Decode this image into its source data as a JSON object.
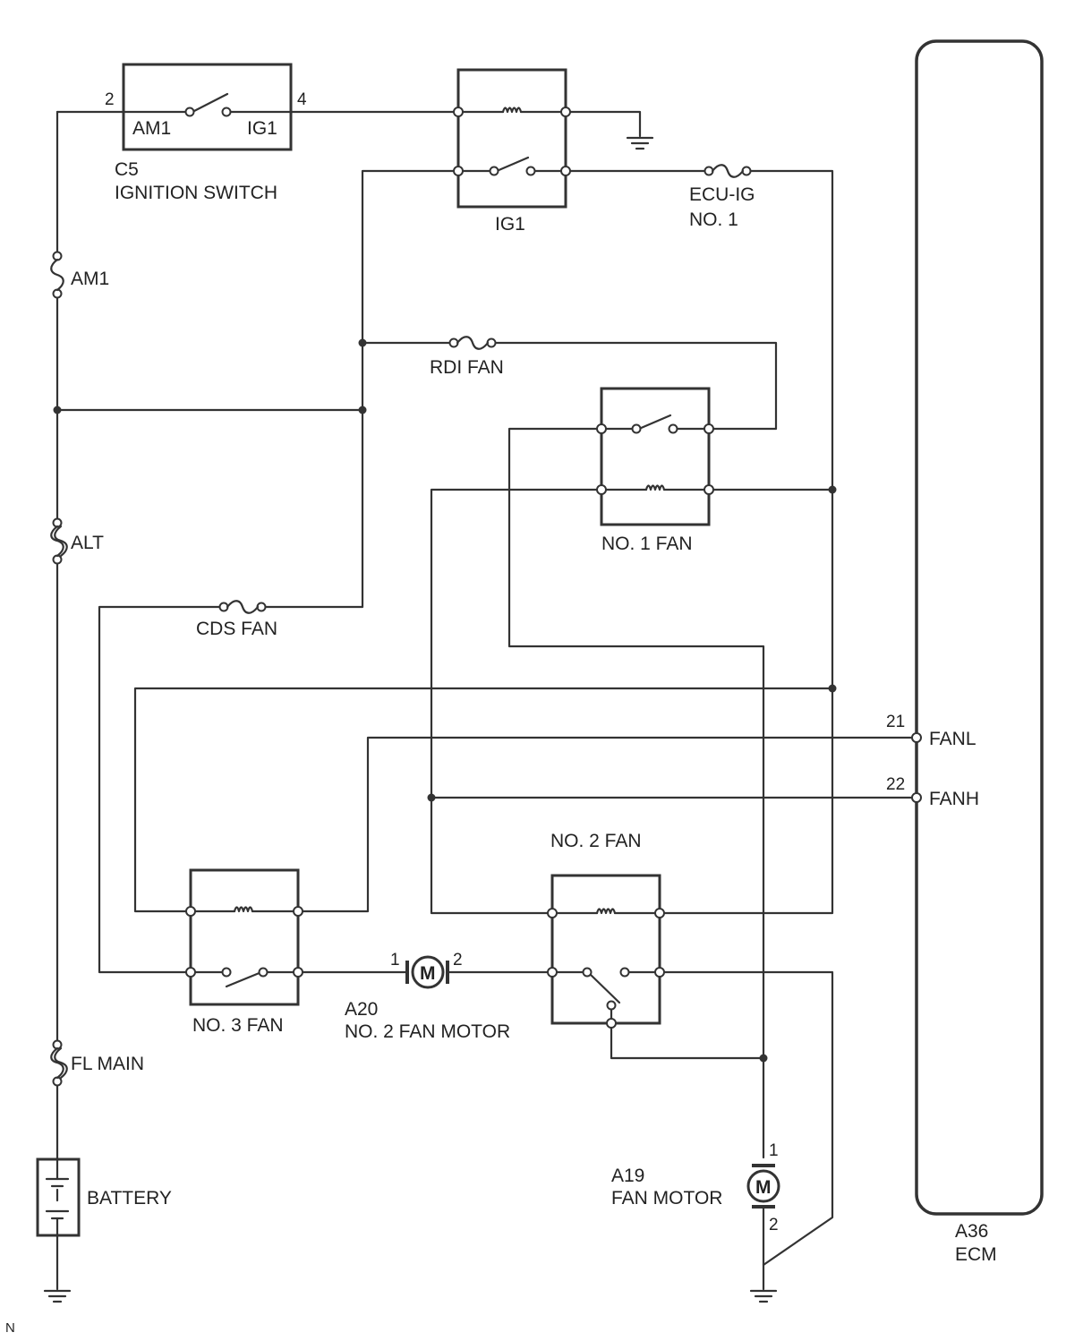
{
  "labels": {
    "ignition_switch_ref": "C5",
    "ignition_switch_name": "IGNITION SWITCH",
    "ignition_switch_pin_in": "2",
    "ignition_switch_pin_out": "4",
    "ignition_switch_term_in": "AM1",
    "ignition_switch_term_out": "IG1",
    "ig1_relay": "IG1",
    "fuse_ecu_ig_line1": "ECU-IG",
    "fuse_ecu_ig_line2": "NO. 1",
    "fuse_am1": "AM1",
    "fuse_rdi_fan": "RDI FAN",
    "fuse_alt": "ALT",
    "fuse_cds_fan": "CDS FAN",
    "fuse_fl_main": "FL MAIN",
    "relay_no1_fan": "NO. 1 FAN",
    "relay_no2_fan": "NO. 2 FAN",
    "relay_no3_fan": "NO. 3 FAN",
    "ecm_pin_fanl_num": "21",
    "ecm_pin_fanl": "FANL",
    "ecm_pin_fanh_num": "22",
    "ecm_pin_fanh": "FANH",
    "motor_a20_pin1": "1",
    "motor_a20_pin2": "2",
    "motor_a20_ref": "A20",
    "motor_a20_name": "NO. 2 FAN MOTOR",
    "motor_a19_pin1": "1",
    "motor_a19_pin2": "2",
    "motor_a19_ref": "A19",
    "motor_a19_name": "FAN MOTOR",
    "motor_symbol": "M",
    "battery": "BATTERY",
    "ecm_ref": "A36",
    "ecm_name": "ECM",
    "corner_mark": "N"
  }
}
